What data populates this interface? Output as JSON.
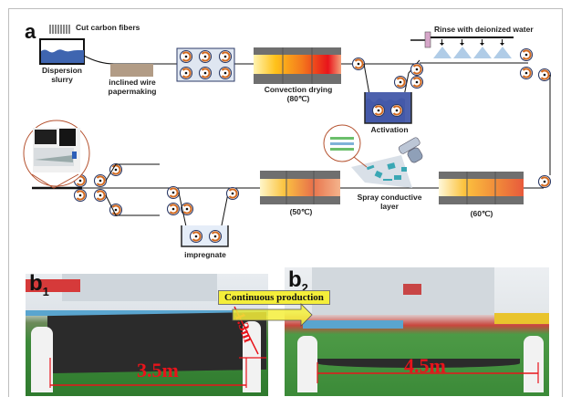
{
  "panel_a": {
    "letter": "a",
    "labels": {
      "fibers": "Cut carbon fibers",
      "dispersion": "Dispersion\nslurry",
      "dispersion_l1": "Dispersion",
      "dispersion_l2": "slurry",
      "papermaking_l1": "inclined wire",
      "papermaking_l2": "papermaking",
      "convection_l1": "Convection drying",
      "convection_l2": "(80℃)",
      "activation": "Activation",
      "rinse": "Rinse with deionized water",
      "spray_l1": "Spray conductive",
      "spray_l2": "layer",
      "temp_50": "(50℃)",
      "temp_60": "(60℃)",
      "impregnate": "impregnate"
    }
  },
  "panel_b1": {
    "letter": "b",
    "subscript": "1",
    "width_label": "3.5m",
    "height_label": "1.3m"
  },
  "panel_b2": {
    "letter": "b",
    "subscript": "2",
    "width_label": "4.5m"
  },
  "banner": {
    "text": "Continuous production"
  },
  "colors": {
    "roller_orange": "#d2691e",
    "roller_ring": "#2b3a67",
    "bath_blue": "#3f5fa8",
    "dimension_red": "#e8141b",
    "banner_yellow": "#f4ee3a"
  }
}
